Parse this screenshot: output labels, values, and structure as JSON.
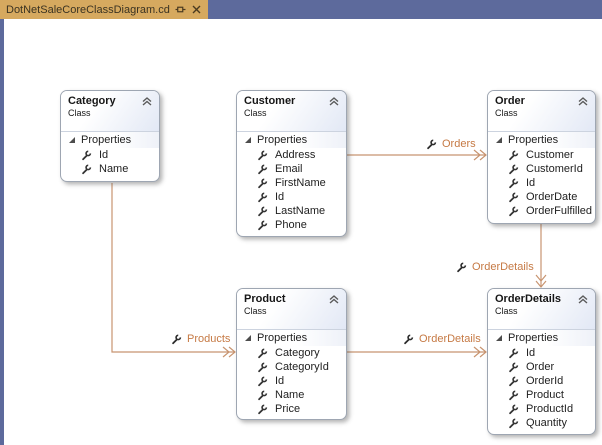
{
  "window": {
    "tab": {
      "title": "DotNetSaleCoreClassDiagram.cd"
    }
  },
  "diagram": {
    "properties_label": "Properties",
    "classes": [
      {
        "name": "Category",
        "kind": "Class",
        "properties": [
          "Id",
          "Name"
        ]
      },
      {
        "name": "Customer",
        "kind": "Class",
        "properties": [
          "Address",
          "Email",
          "FirstName",
          "Id",
          "LastName",
          "Phone"
        ]
      },
      {
        "name": "Order",
        "kind": "Class",
        "properties": [
          "Customer",
          "CustomerId",
          "Id",
          "OrderDate",
          "OrderFulfilled"
        ]
      },
      {
        "name": "Product",
        "kind": "Class",
        "properties": [
          "Category",
          "CategoryId",
          "Id",
          "Name",
          "Price"
        ]
      },
      {
        "name": "OrderDetails",
        "kind": "Class",
        "properties": [
          "Id",
          "Order",
          "OrderId",
          "Product",
          "ProductId",
          "Quantity"
        ]
      }
    ],
    "associations": [
      {
        "label": "Orders"
      },
      {
        "label": "OrderDetails"
      },
      {
        "label": "Products"
      },
      {
        "label": "OrderDetails"
      }
    ]
  },
  "colors": {
    "connector": "#c89470",
    "association_text": "#c67a45",
    "tab_bg": "#d6a95f",
    "chrome": "#5d6a9c"
  }
}
